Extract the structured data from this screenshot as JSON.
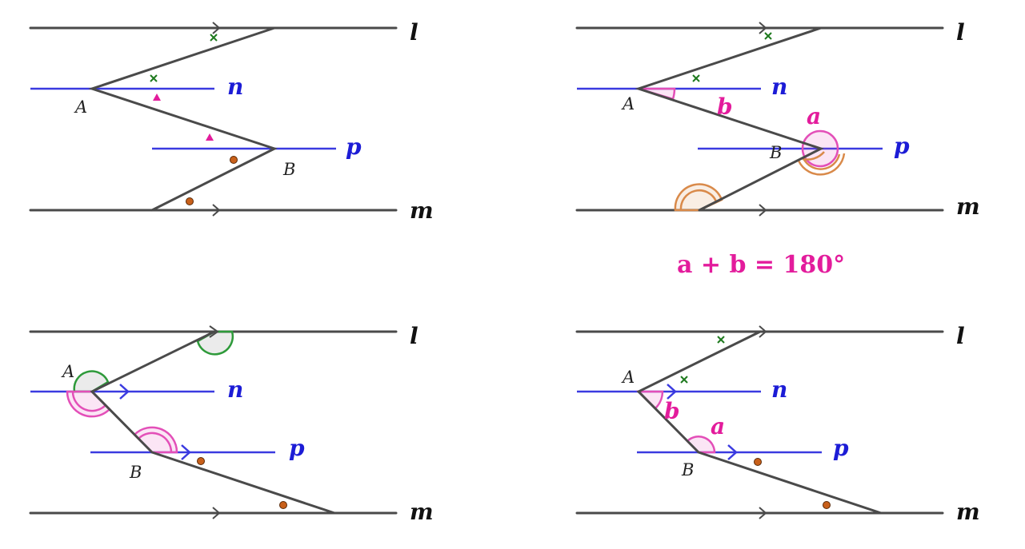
{
  "labels": {
    "line_l": "l",
    "line_m": "m",
    "line_n": "n",
    "line_p": "p",
    "point_a": "A",
    "point_b": "B",
    "angle_a": "a",
    "angle_b": "b",
    "equation": "a + b = 180°"
  },
  "colors": {
    "black_line": "#4a4a4a",
    "blue_line": "#3a3ae0",
    "pink": "#e31c9c",
    "green_mark": "#1e7a1e",
    "orange_dot": "#c8601a",
    "arc_orange": "#d98a4a",
    "arc_green": "#2e9a3a"
  },
  "panels": [
    {
      "name": "top-left-panel",
      "marks": [
        "cross",
        "triangle",
        "dot"
      ]
    },
    {
      "name": "top-right-panel",
      "marks": [
        "cross",
        "pink-arc",
        "orange-double-arc"
      ]
    },
    {
      "name": "bottom-left-panel",
      "marks": [
        "green-arc",
        "pink-double-arc",
        "dot"
      ]
    },
    {
      "name": "bottom-right-panel",
      "marks": [
        "cross",
        "pink-arc",
        "dot"
      ]
    }
  ]
}
